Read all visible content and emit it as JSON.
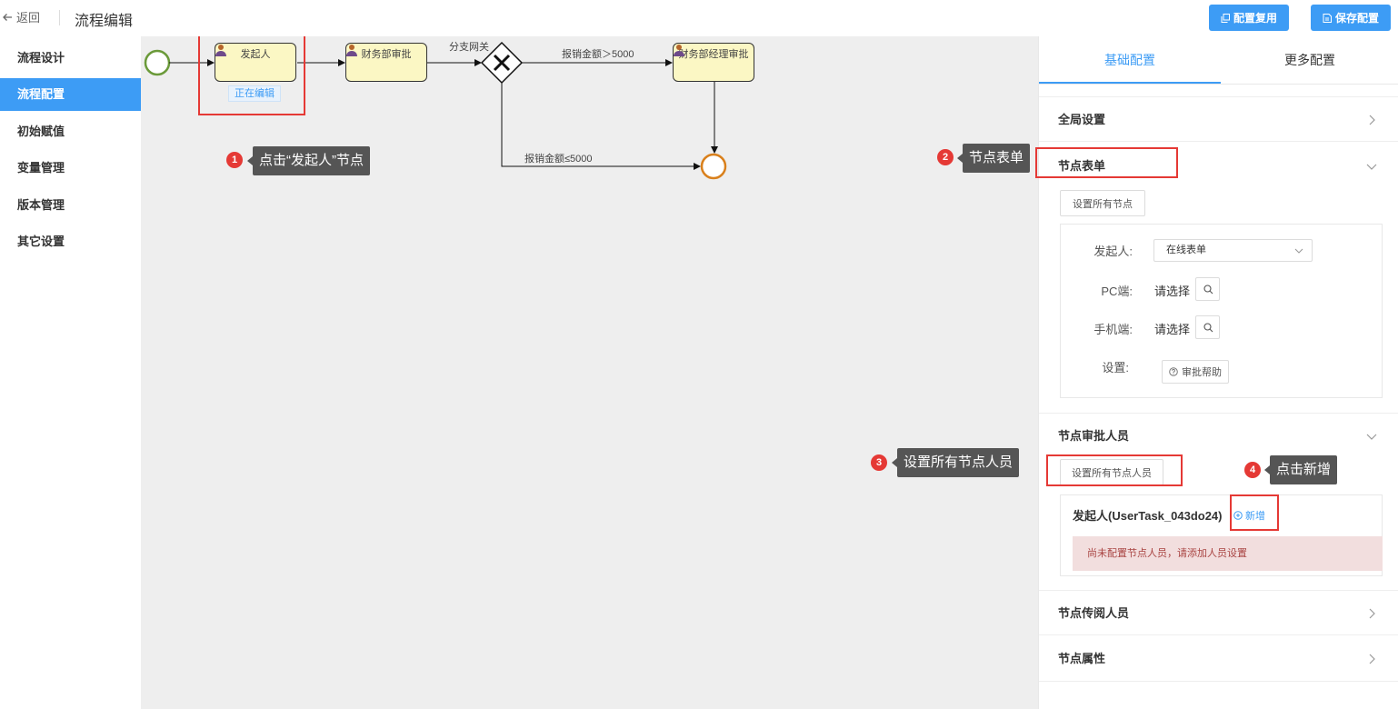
{
  "header": {
    "back_label": "返回",
    "title": "流程编辑",
    "buttons": [
      {
        "label": "配置复用",
        "icon": "copy-icon"
      },
      {
        "label": "保存配置",
        "icon": "save-icon"
      }
    ]
  },
  "sidebar": {
    "items": [
      {
        "label": "流程设计",
        "active": false
      },
      {
        "label": "流程配置",
        "active": true
      },
      {
        "label": "初始赋值",
        "active": false
      },
      {
        "label": "变量管理",
        "active": false
      },
      {
        "label": "版本管理",
        "active": false
      },
      {
        "label": "其它设置",
        "active": false
      }
    ]
  },
  "diagram": {
    "tasks": [
      {
        "label": "发起人"
      },
      {
        "label": "财务部审批"
      },
      {
        "label": "财务部经理审批"
      }
    ],
    "gateway_label": "分支网关",
    "edge_labels": [
      "报销金额＞5000",
      "报销金额≤5000"
    ],
    "editing_tag": "正在编辑",
    "colors": {
      "start": "#6b9a3a",
      "end": "#d9801c",
      "task_fill": "#fbf7c4",
      "highlight": "#e53935"
    }
  },
  "annotations": [
    {
      "num": "1",
      "text": "点击“发起人”节点"
    },
    {
      "num": "2",
      "text": "节点表单"
    },
    {
      "num": "3",
      "text": "设置所有节点人员"
    },
    {
      "num": "4",
      "text": "点击新增"
    }
  ],
  "panel": {
    "tabs": [
      {
        "label": "基础配置",
        "active": true
      },
      {
        "label": "更多配置",
        "active": false
      }
    ],
    "sections": {
      "global": "全局设置",
      "form": "节点表单",
      "approvers": "节点审批人员",
      "cc": "节点传阅人员",
      "props": "节点属性"
    },
    "form": {
      "set_all_button": "设置所有节点",
      "initiator_label": "发起人:",
      "initiator_value": "在线表单",
      "pc_label": "PC端:",
      "pc_value": "请选择",
      "mobile_label": "手机端:",
      "mobile_value": "请选择",
      "settings_label": "设置:",
      "help_button": "审批帮助"
    },
    "approvers": {
      "set_all_button": "设置所有节点人员",
      "node_title": "发起人(UserTask_043do24)",
      "add_link": "新增",
      "warning": "尚未配置节点人员，请添加人员设置"
    },
    "accent_color": "#3d9cf5"
  }
}
